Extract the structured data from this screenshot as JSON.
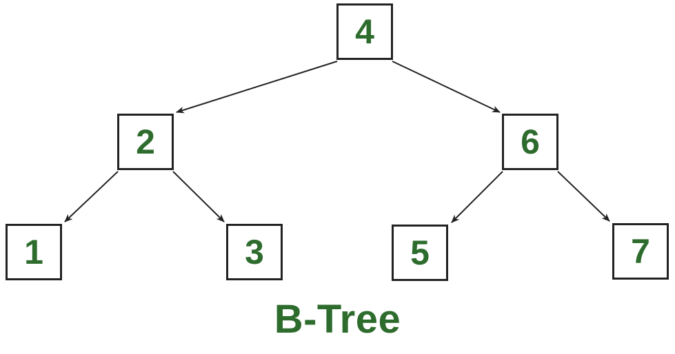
{
  "diagram": {
    "title": "B-Tree",
    "type": "binary-tree",
    "accent_color": "#2E6C2E",
    "line_color": "#222222",
    "node_fill": "#ffffff",
    "nodes": [
      {
        "id": "4",
        "label": "4",
        "level": 0
      },
      {
        "id": "2",
        "label": "2",
        "level": 1
      },
      {
        "id": "6",
        "label": "6",
        "level": 1
      },
      {
        "id": "1",
        "label": "1",
        "level": 2
      },
      {
        "id": "3",
        "label": "3",
        "level": 2
      },
      {
        "id": "5",
        "label": "5",
        "level": 2
      },
      {
        "id": "7",
        "label": "7",
        "level": 2
      }
    ],
    "edges": [
      {
        "from": "4",
        "to": "2"
      },
      {
        "from": "4",
        "to": "6"
      },
      {
        "from": "2",
        "to": "1"
      },
      {
        "from": "2",
        "to": "3"
      },
      {
        "from": "6",
        "to": "5"
      },
      {
        "from": "6",
        "to": "7"
      }
    ]
  }
}
